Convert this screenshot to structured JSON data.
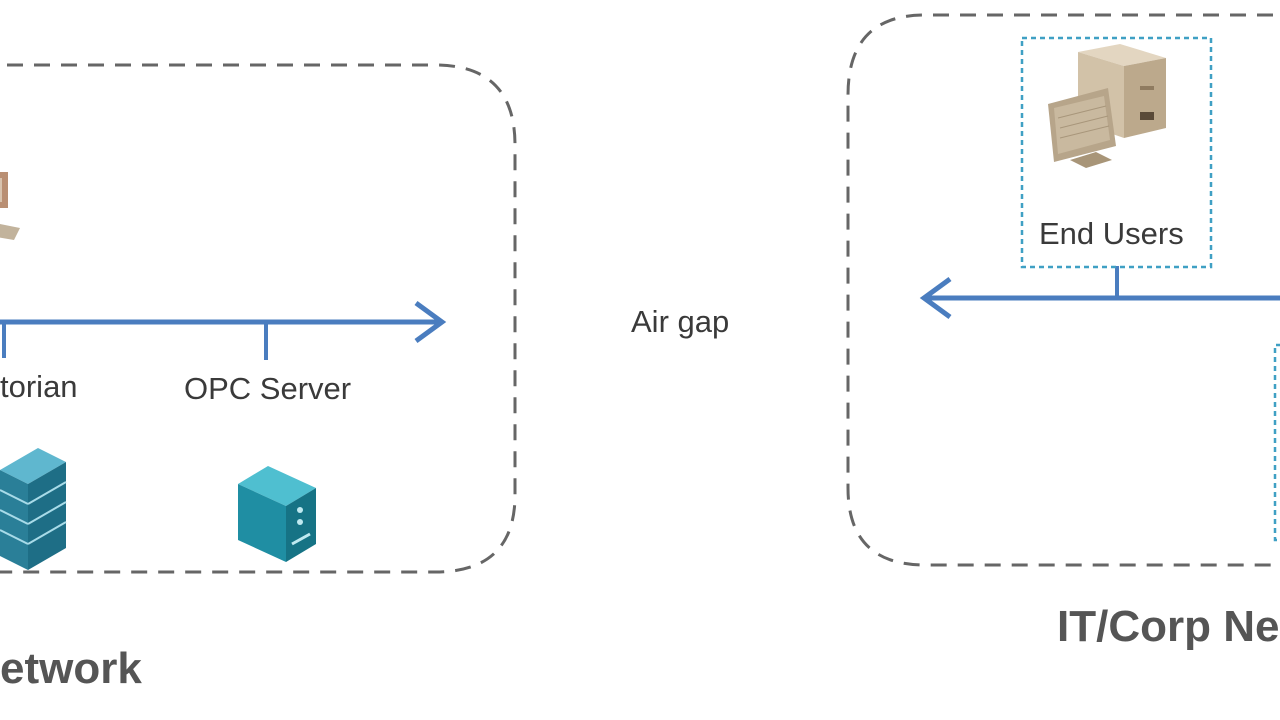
{
  "left_network": {
    "title": "etwork",
    "historian_label": "torian",
    "opc_label": "OPC Server",
    "icons": {
      "workstation": "workstation-icon",
      "server_rack": "server-rack-icon",
      "opc_server": "server-tower-icon"
    }
  },
  "middle": {
    "air_gap_label": "Air gap"
  },
  "right_network": {
    "title": "IT/Corp Ne",
    "end_users_label": "End Users",
    "icons": {
      "end_users": "desktop-computer-icon"
    }
  },
  "colors": {
    "dashed_border": "#666666",
    "bus_line": "#4a7dbf",
    "node_box": "#3fa0c4",
    "server_teal": "#1f8ea3",
    "beige": "#c9b99f"
  }
}
